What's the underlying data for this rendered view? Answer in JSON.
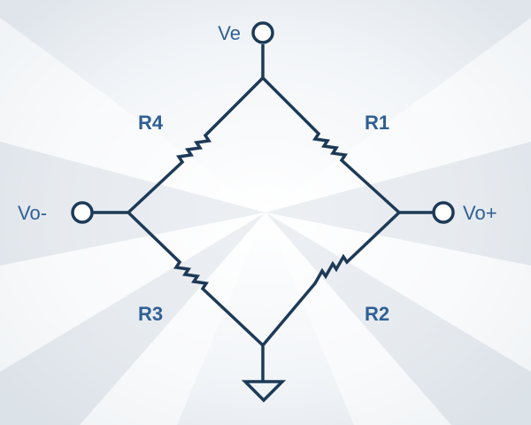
{
  "diagram": {
    "colors": {
      "wire": "#1d3a57",
      "label": "#2f5f94",
      "background": "#eef1f4"
    },
    "terminals": {
      "top": "Ve",
      "left": "Vo-",
      "right": "Vo+"
    },
    "resistors": {
      "top_left": "R4",
      "top_right": "R1",
      "bottom_left": "R3",
      "bottom_right": "R2"
    },
    "ground_symbol": "ground-icon"
  }
}
